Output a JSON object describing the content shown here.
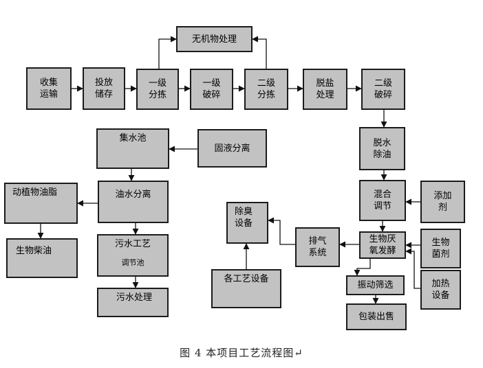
{
  "boxes": {
    "collect": [
      "收集",
      "运输"
    ],
    "store": [
      "投放",
      "储存"
    ],
    "sort1": [
      "一级",
      "分拣"
    ],
    "crush1": [
      "一级",
      "破碎"
    ],
    "sort2": [
      "二级",
      "分拣"
    ],
    "inorganic": "无机物处理",
    "desalt": [
      "脱盐",
      "处理"
    ],
    "crush2": [
      "二级",
      "破碎"
    ],
    "dewater": [
      "脱水",
      "除油"
    ],
    "solidliquid": "固液分离",
    "pool": "集水池",
    "oilsep": "油水分离",
    "fat": "动植物油脂",
    "biodiesel": "生物柴油",
    "wastewater": "污水工艺",
    "wastewater_sub": "调节池",
    "wwtreat": "污水处理",
    "mix": [
      "混合",
      "调节"
    ],
    "additive": [
      "添加",
      "剂"
    ],
    "anaerobic": [
      "生物厌",
      "氧发酵"
    ],
    "bacteria": [
      "生物",
      "菌剂"
    ],
    "heating": [
      "加热",
      "设备"
    ],
    "exhaust": [
      "排气",
      "系统"
    ],
    "deodor": [
      "除臭",
      "设备"
    ],
    "equipment": "各工艺设备",
    "screen": "振动筛选",
    "pack": "包装出售"
  },
  "caption": "图 4    本项目工艺流程图↵"
}
